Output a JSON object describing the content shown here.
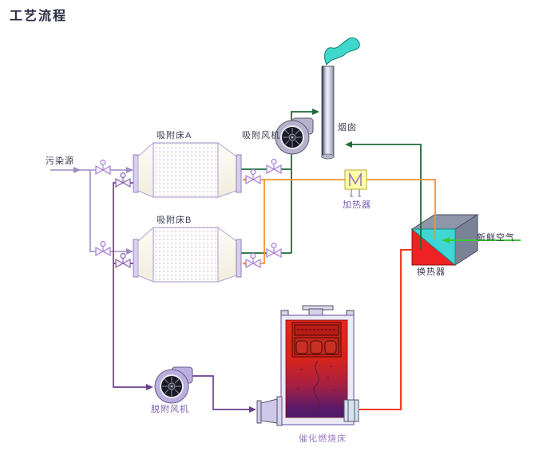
{
  "title": "工艺流程",
  "labels": {
    "pollution_source": "污染源",
    "bed_a": "吸附床A",
    "bed_b": "吸附床B",
    "adsorption_fan": "吸附风机",
    "chimney": "烟囱",
    "heater": "加热器",
    "heat_exchanger": "换热器",
    "fresh_air": "新鲜空气",
    "desorption_fan": "脱附风机",
    "catalytic_bed": "催化燃烧床"
  },
  "colors": {
    "supply_line": "#9b8cc4",
    "desorption_line": "#6b3f8f",
    "clean_gas_line": "#1e6b3a",
    "flue_gas_line": "#1e6b3a",
    "hot_air_line": "#f79428",
    "combustion_outlet_line": "#f23c22",
    "fresh_air_arrow": "#3cc832",
    "heater_fill": "#ffffaa",
    "exchanger_hot_face": "#ee2222",
    "exchanger_cold_face": "#3fd6d6",
    "chimney_flag": "#3fd8cc",
    "combustion_top": "#e42818",
    "combustion_bottom": "#4a1a6a"
  }
}
